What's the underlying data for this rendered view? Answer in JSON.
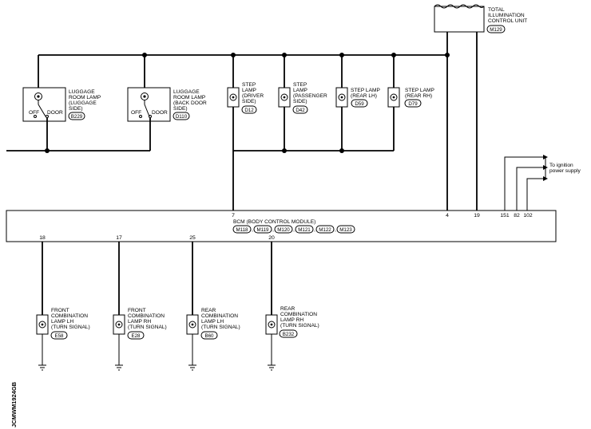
{
  "diagram_id": "JCMWM1924GB",
  "tcu": {
    "label_lines": [
      "TOTAL",
      "ILLUMINATION",
      "CONTROL UNIT"
    ],
    "connector": "M129"
  },
  "bcm": {
    "label": "BCM (BODY CONTROL MODULE)",
    "connectors": [
      "M118",
      "M119",
      "M120",
      "M121",
      "M122",
      "M123"
    ],
    "pins": {
      "p7": "7",
      "p4": "4",
      "p19": "19",
      "p151": "151",
      "p82": "82",
      "p102": "102",
      "p18": "18",
      "p17": "17",
      "p25": "25",
      "p20": "20"
    }
  },
  "ignition_note": [
    "To ignition",
    "power supply"
  ],
  "switch_labels": {
    "off": "OFF",
    "door": "DOOR"
  },
  "luggage_lamps": [
    {
      "lines": [
        "LUGGAGE",
        "ROOM LAMP",
        "(LUGGAGE",
        "SIDE)"
      ],
      "connector": "B229"
    },
    {
      "lines": [
        "LUGGAGE",
        "ROOM LAMP",
        "(BACK DOOR",
        "SIDE)"
      ],
      "connector": "D110"
    }
  ],
  "step_lamps": [
    {
      "lines": [
        "STEP",
        "LAMP",
        "(DRIVER",
        "SIDE)"
      ],
      "connector": "D12"
    },
    {
      "lines": [
        "STEP",
        "LAMP",
        "(PASSENGER",
        "SIDE)"
      ],
      "connector": "D42"
    },
    {
      "lines": [
        "STEP LAMP",
        "(REAR LH)"
      ],
      "connector": "D59"
    },
    {
      "lines": [
        "STEP LAMP",
        "(REAR RH)"
      ],
      "connector": "D79"
    }
  ],
  "turn_lamps": [
    {
      "lines": [
        "FRONT",
        "COMBINATION",
        "LAMP LH",
        "(TURN SIGNAL)"
      ],
      "connector": "E58"
    },
    {
      "lines": [
        "FRONT",
        "COMBINATION",
        "LAMP RH",
        "(TURN SIGNAL)"
      ],
      "connector": "E28"
    },
    {
      "lines": [
        "REAR",
        "COMBINATION",
        "LAMP LH",
        "(TURN SIGNAL)"
      ],
      "connector": "B60"
    },
    {
      "lines": [
        "REAR",
        "COMBINATION",
        "LAMP RH",
        "(TURN SIGNAL)"
      ],
      "connector": "B232"
    }
  ]
}
